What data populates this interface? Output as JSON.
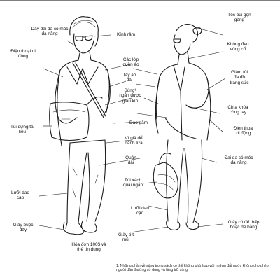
{
  "labels": {
    "toc_buoi_gon_gang": "Tóc búi gọn\ngàng",
    "day_dai_da_co_moc": "Dây đai da có móc\nđa năng",
    "kinh_ram": "Kính râm",
    "khong_deo_vong_co": "Không đeo\nvòng cổ",
    "dien_thoai_di_dong_left": "Điện thoại di\nđộng",
    "cac_lop_quan_ao": "Các lớp\nquần áo",
    "giam_toi_da_do_trang_suc": "Giảm tối\nđa đồ\ntrang sức",
    "tay_ao_dai": "Tay áo\ndài",
    "sung_ngan_duoc_giau_kin": "Súng¹\nngắn được\ngiấu kín",
    "chia_khoa_cong_tay": "Chìa khóa\ncòng tay",
    "dao_gam": "Dao găm",
    "dien_thoai_di_dong_right": "Điện thoại\ndi động",
    "tui_dung_tai_lieu": "Túi đựng tài\nliệu",
    "vi_gia_de_danh_lua": "Ví giả để\nđánh lừa",
    "quan_dai": "Quần\ndài",
    "day_dai_da_co_moc_right": "Đai da có móc\nđa năng",
    "tui_xach_quai_ngan": "Túi xách\nquai ngắn",
    "luoi_dao_cao_left": "Lưỡi dao\ncạo",
    "luoi_dao_cao_right": "Lưỡi dao\ncạo",
    "giay_buoc_day": "Giày buộc\ndây",
    "giay_co_de_thap": "Giày có đế thấp\nhoặc đế bằng",
    "giay_bit_mui": "Giày bít\nmũi",
    "hoa_don": "Hóa đơn 100$ và\nthẻ tín dụng"
  },
  "footnote": "1. Những phần về súng trong sách có thể không phù hợp với những đất nước không cho phép người dân thường sử dụng và tàng trữ súng."
}
